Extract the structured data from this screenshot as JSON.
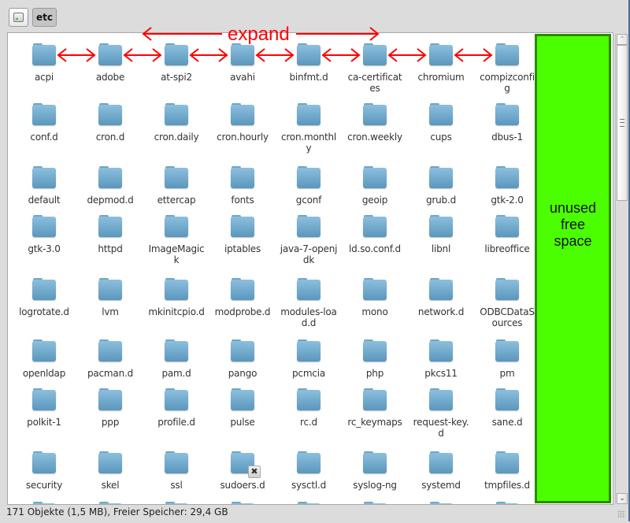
{
  "toolbar": {
    "drive_button_icon": "drive-icon",
    "path_button_label": "etc"
  },
  "annotation": {
    "expand_label": "expand",
    "free_space_label_lines": [
      "unused",
      "free",
      "space"
    ],
    "free_space_color": "#4cff00",
    "arrow_color": "#ff0000"
  },
  "items": [
    {
      "name": "acpi"
    },
    {
      "name": "adobe"
    },
    {
      "name": "at-spi2"
    },
    {
      "name": "avahi"
    },
    {
      "name": "binfmt.d"
    },
    {
      "name": "ca-certificates"
    },
    {
      "name": "chromium"
    },
    {
      "name": "compizconfig"
    },
    {
      "name": "conf.d"
    },
    {
      "name": "cron.d"
    },
    {
      "name": "cron.daily"
    },
    {
      "name": "cron.hourly"
    },
    {
      "name": "cron.monthly"
    },
    {
      "name": "cron.weekly"
    },
    {
      "name": "cups"
    },
    {
      "name": "dbus-1"
    },
    {
      "name": "default"
    },
    {
      "name": "depmod.d"
    },
    {
      "name": "ettercap"
    },
    {
      "name": "fonts"
    },
    {
      "name": "gconf"
    },
    {
      "name": "geoip"
    },
    {
      "name": "grub.d"
    },
    {
      "name": "gtk-2.0"
    },
    {
      "name": "gtk-3.0"
    },
    {
      "name": "httpd"
    },
    {
      "name": "ImageMagick"
    },
    {
      "name": "iptables"
    },
    {
      "name": "java-7-openjdk"
    },
    {
      "name": "ld.so.conf.d"
    },
    {
      "name": "libnl"
    },
    {
      "name": "libreoffice"
    },
    {
      "name": "logrotate.d"
    },
    {
      "name": "lvm"
    },
    {
      "name": "mkinitcpio.d"
    },
    {
      "name": "modprobe.d"
    },
    {
      "name": "modules-load.d"
    },
    {
      "name": "mono"
    },
    {
      "name": "network.d"
    },
    {
      "name": "ODBCDataSources"
    },
    {
      "name": "openldap"
    },
    {
      "name": "pacman.d"
    },
    {
      "name": "pam.d"
    },
    {
      "name": "pango"
    },
    {
      "name": "pcmcia"
    },
    {
      "name": "php"
    },
    {
      "name": "pkcs11"
    },
    {
      "name": "pm"
    },
    {
      "name": "polkit-1"
    },
    {
      "name": "ppp"
    },
    {
      "name": "profile.d"
    },
    {
      "name": "pulse"
    },
    {
      "name": "rc.d"
    },
    {
      "name": "rc_keymaps"
    },
    {
      "name": "request-key.d"
    },
    {
      "name": "sane.d"
    },
    {
      "name": "security"
    },
    {
      "name": "skel"
    },
    {
      "name": "ssl"
    },
    {
      "name": "sudoers.d",
      "locked": true
    },
    {
      "name": "sysctl.d"
    },
    {
      "name": "syslog-ng"
    },
    {
      "name": "systemd"
    },
    {
      "name": "tmpfiles.d"
    }
  ],
  "status_bar": {
    "text": "171 Objekte (1,5 MB), Freier Speicher: 29,4 GB"
  }
}
